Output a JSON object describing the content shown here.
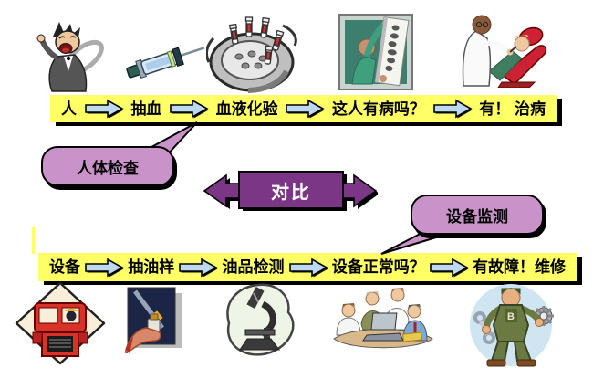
{
  "top_flow": {
    "steps": [
      "人",
      "抽血",
      "血液化验",
      "这人有病吗？",
      "有！ 治病"
    ]
  },
  "bottom_flow": {
    "steps": [
      "设备",
      "抽油样",
      "油品检测",
      "设备正常吗？",
      "有故障！维修"
    ]
  },
  "callouts": {
    "human": "人体检查",
    "equipment": "设备监测"
  },
  "compare": {
    "label": "对比"
  },
  "colors": {
    "banner_yellow": "#FFFF66",
    "flow_arrow_blue": "#BDD9F0",
    "callout_plum": "#C993C9",
    "compare_purple": "#7B3786",
    "shadow": "#000000"
  },
  "icons": {
    "top": [
      "singing-patient",
      "syringe",
      "blood-sample-carousel",
      "doctor-reading-xray",
      "doctor-treating-patient"
    ],
    "bottom": [
      "truck",
      "oil-sampling-hand",
      "microscope",
      "analysis-team",
      "maintenance-worker"
    ]
  }
}
